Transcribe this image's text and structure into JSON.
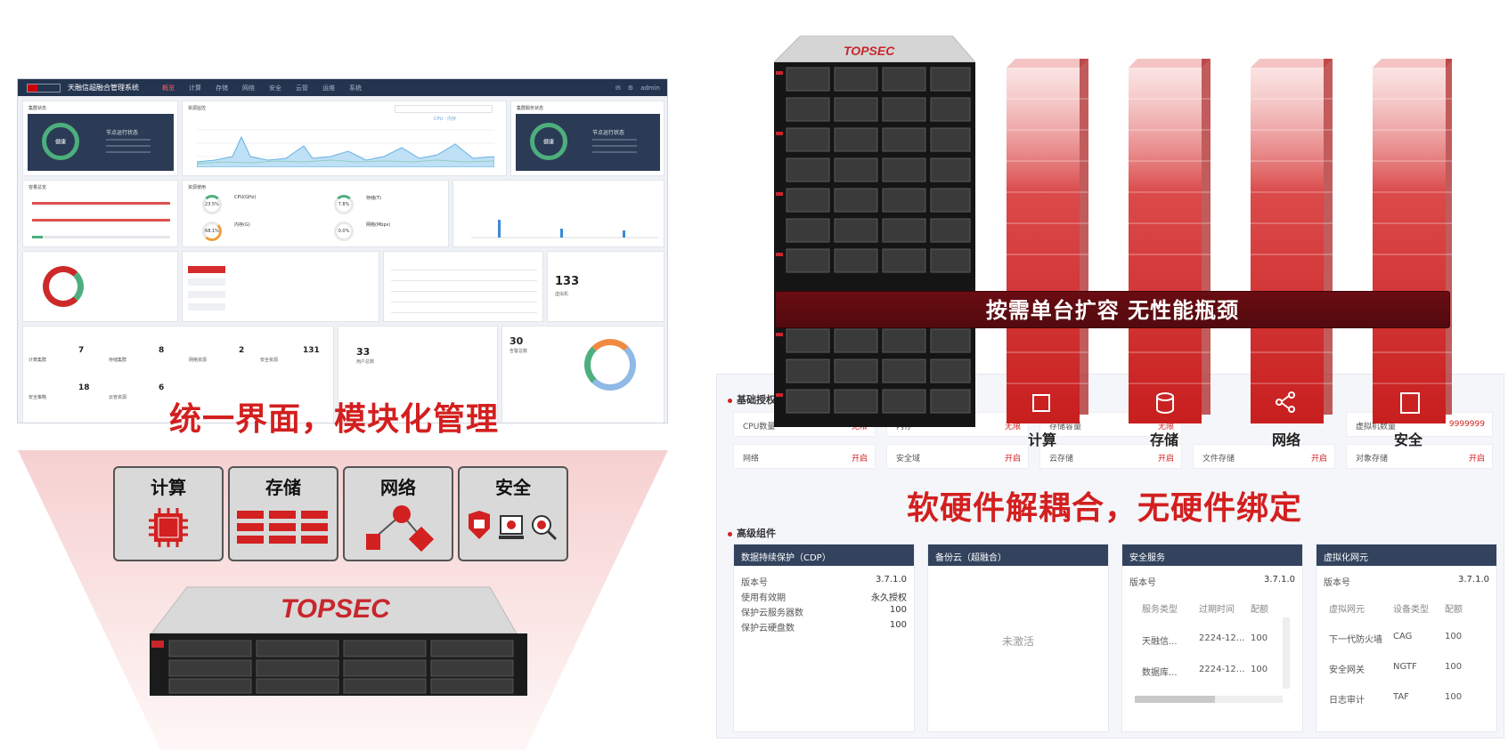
{
  "dashboard": {
    "app_title": "天融信超融合管理系统",
    "nav": [
      "概览",
      "计算",
      "存储",
      "网络",
      "安全",
      "云管",
      "运维",
      "系统"
    ],
    "user": "admin",
    "cards": {
      "host_status": {
        "title": "集群状态",
        "ring_label": "健康",
        "status_title": "节点运行状态"
      },
      "trend": {
        "title": "资源监控",
        "series": [
          "CPU",
          "内存"
        ]
      },
      "cluster_status": {
        "title": "集群服务状态",
        "ring_label": "健康",
        "status_title": "节点运行状态"
      },
      "capacity": {
        "title": "容量总览"
      },
      "resource": {
        "title": "资源使用",
        "cpu_pct": "23.5%",
        "mem_pct": "68.1%",
        "disk_pct": "7.8%",
        "net_pct": "0.0%",
        "cpu_label": "CPU(GHz)",
        "mem_label": "内存(G)",
        "disk_label": "存储(T)",
        "net_label": "网络(Mbps)"
      },
      "vm_count": {
        "big": "133",
        "sub": "虚拟机"
      },
      "bottom_counts": [
        {
          "label": "计算集群",
          "value": "7"
        },
        {
          "label": "存储集群",
          "value": "8"
        },
        {
          "label": "网络资源",
          "value": "2"
        },
        {
          "label": "安全资源",
          "value": "131"
        },
        {
          "label": "安全策略",
          "value": "18"
        },
        {
          "label": "云管资源",
          "value": "6"
        }
      ],
      "users": {
        "big": "33",
        "sub": "用户总数"
      },
      "alarms": {
        "big": "30",
        "sub": "告警总数"
      }
    }
  },
  "caption_left": "统一界面，模块化管理",
  "modules": [
    {
      "label": "计算",
      "icon": "cpu-icon"
    },
    {
      "label": "存储",
      "icon": "storage-icon"
    },
    {
      "label": "网络",
      "icon": "network-icon"
    },
    {
      "label": "安全",
      "icon": "security-icon"
    }
  ],
  "banner": "按需单台扩容  无性能瓶颈",
  "tower_labels": [
    "计算",
    "存储",
    "网络",
    "安全"
  ],
  "caption_right": "软硬件解耦合，无硬件绑定",
  "right_panel": {
    "section_license": "基础授权",
    "licenses": [
      {
        "label": "CPU数量",
        "value": "无限"
      },
      {
        "label": "内存",
        "value": "无限"
      },
      {
        "label": "存储容量",
        "value": "无限"
      },
      {
        "label": "虚拟机数量",
        "value": "9999999"
      },
      {
        "label": "网络",
        "value": "开启"
      },
      {
        "label": "安全域",
        "value": "开启"
      },
      {
        "label": "云存储",
        "value": "开启"
      },
      {
        "label": "文件存储",
        "value": "开启"
      },
      {
        "label": "对象存储",
        "value": "开启"
      }
    ],
    "section_components": "高级组件",
    "cdp": {
      "title": "数据持续保护（CDP）",
      "rows": [
        {
          "k": "版本号",
          "v": "3.7.1.0"
        },
        {
          "k": "使用有效期",
          "v": "永久授权"
        },
        {
          "k": "保护云服务器数",
          "v": "100"
        },
        {
          "k": "保护云硬盘数",
          "v": "100"
        }
      ]
    },
    "backup": {
      "title": "备份云（超融合）",
      "status": "未激活"
    },
    "security_svc": {
      "title": "安全服务",
      "version_label": "版本号",
      "version": "3.7.1.0",
      "cols": [
        "服务类型",
        "过期时间",
        "配额"
      ],
      "rows": [
        [
          "天融信...",
          "2224-12...",
          "100"
        ],
        [
          "数据库...",
          "2224-12...",
          "100"
        ]
      ]
    },
    "vnf": {
      "title": "虚拟化网元",
      "version_label": "版本号",
      "version": "3.7.1.0",
      "cols": [
        "虚拟网元",
        "设备类型",
        "配额"
      ],
      "rows": [
        [
          "下一代防火墙",
          "CAG",
          "100"
        ],
        [
          "安全网关",
          "NGTF",
          "100"
        ],
        [
          "日志审计",
          "TAF",
          "100"
        ]
      ]
    }
  },
  "brand": "TOPSEC"
}
